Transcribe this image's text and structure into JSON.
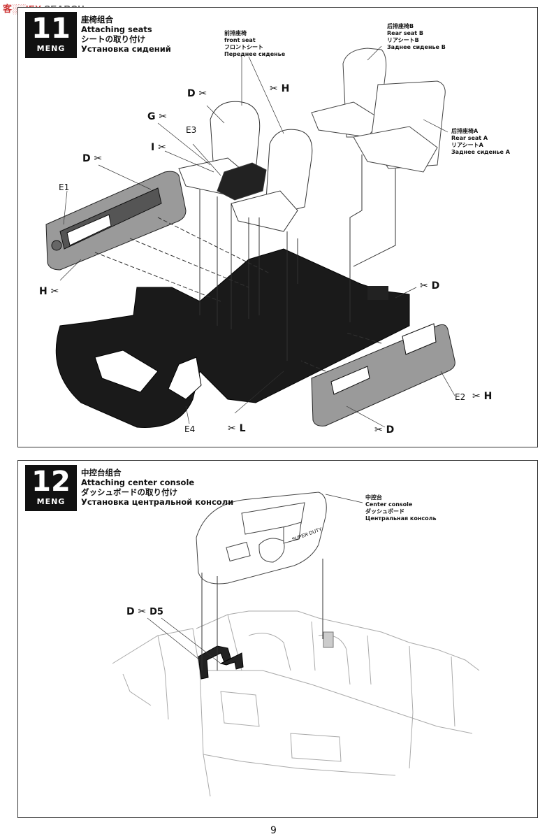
{
  "watermark": {
    "prefix": "客░░",
    "site": "IEY",
    "search": "SEARCH"
  },
  "brand": "MENG",
  "steps": [
    {
      "number": "11",
      "title_zh": "座椅组合",
      "title_en": "Attaching seats",
      "title_jp": "シートの取り付け",
      "title_ru": "Установка сидений",
      "labels": {
        "front": [
          "前排座椅",
          "front seat",
          "フロントシート",
          "Переднее сиденье"
        ],
        "rear_b": [
          "后排座椅B",
          "Rear seat B",
          "リアシートB",
          "Заднее сиденье B"
        ],
        "rear_a": [
          "后排座椅A",
          "Rear seat A",
          "リアシートA",
          "Заднее сиденье A"
        ]
      },
      "codes": [
        "D",
        "H",
        "G",
        "I",
        "D",
        "H",
        "D",
        "H",
        "D",
        "L"
      ],
      "parts": [
        "E3",
        "E1",
        "E4",
        "E2"
      ]
    },
    {
      "number": "12",
      "title_zh": "中控台组合",
      "title_en": "Attaching center console",
      "title_jp": "ダッシュボードの取り付け",
      "title_ru": "Установка центральной консоли",
      "labels": {
        "console": [
          "中控台",
          "Center console",
          "ダッシュボード",
          "Центральная консоль"
        ]
      },
      "codes": [
        "D"
      ],
      "parts": [
        "D5"
      ],
      "dash_text": "SUPER DUTY"
    }
  ],
  "page_number": "9",
  "icons": {
    "knife": "hobby-knife-icon"
  }
}
